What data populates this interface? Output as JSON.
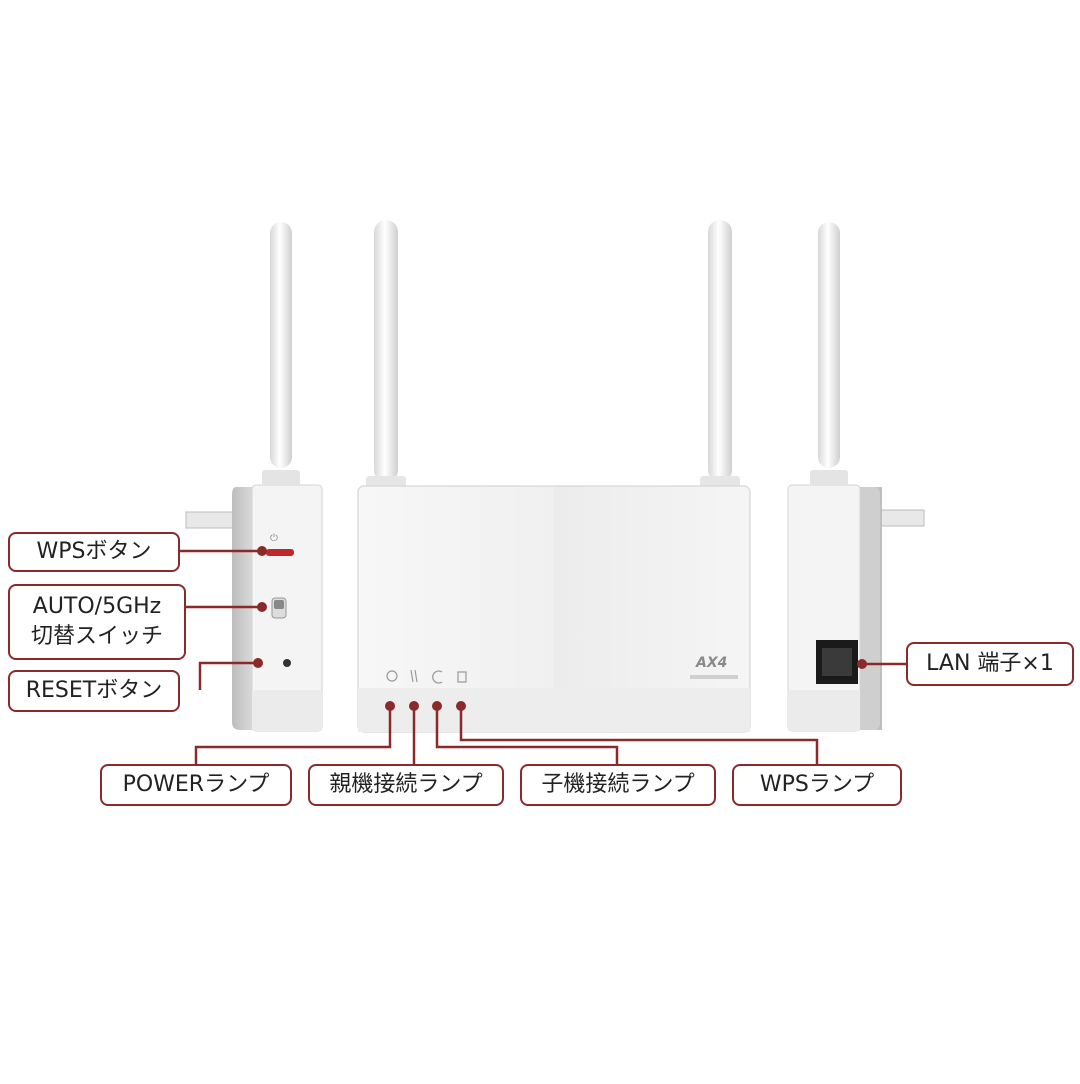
{
  "callouts": {
    "wps_button": "WPSボタン",
    "auto_5ghz_line1": "AUTO/5GHz",
    "auto_5ghz_line2": "切替スイッチ",
    "reset_button": "RESETボタン",
    "lan_port": "LAN 端子×1",
    "power_lamp": "POWERランプ",
    "parent_lamp": "親機接続ランプ",
    "child_lamp": "子機接続ランプ",
    "wps_lamp": "WPSランプ"
  },
  "device": {
    "brand_mark": "AX4",
    "colors": {
      "body": "#f2f2f2",
      "shade": "#d9d9d9",
      "accent": "#8b2a2a",
      "wps_button": "#c0262b"
    }
  }
}
